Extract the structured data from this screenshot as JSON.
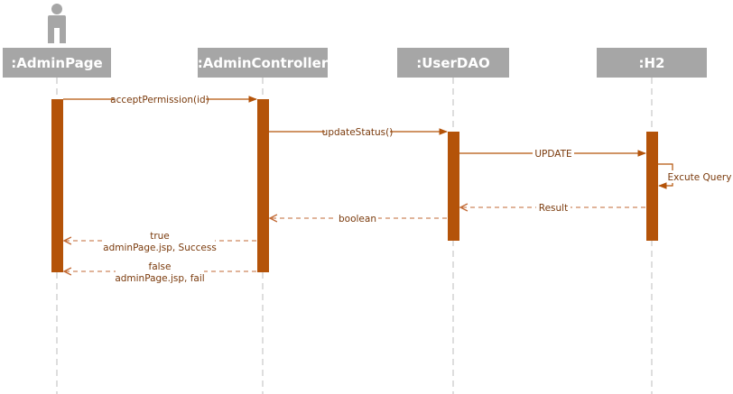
{
  "diagram": {
    "type": "sequence",
    "lifelines": [
      {
        "id": "admin_page",
        "label": ":AdminPage",
        "has_actor": true
      },
      {
        "id": "admin_controller",
        "label": ":AdminController"
      },
      {
        "id": "user_dao",
        "label": ":UserDAO"
      },
      {
        "id": "h2",
        "label": ":H2"
      }
    ],
    "messages": [
      {
        "from": "admin_page",
        "to": "admin_controller",
        "label": "acceptPermission(id)",
        "kind": "call"
      },
      {
        "from": "admin_controller",
        "to": "user_dao",
        "label": "updateStatus()",
        "kind": "call"
      },
      {
        "from": "user_dao",
        "to": "h2",
        "label": "UPDATE",
        "kind": "call"
      },
      {
        "from": "h2",
        "to": "h2",
        "label": "Excute Query",
        "kind": "self"
      },
      {
        "from": "h2",
        "to": "user_dao",
        "label": "Result",
        "kind": "return"
      },
      {
        "from": "user_dao",
        "to": "admin_controller",
        "label": "boolean",
        "kind": "return"
      },
      {
        "from": "admin_controller",
        "to": "admin_page",
        "label_lines": [
          "true",
          "adminPage.jsp, Success"
        ],
        "kind": "return"
      },
      {
        "from": "admin_controller",
        "to": "admin_page",
        "label_lines": [
          "false",
          "adminPage.jsp, fail"
        ],
        "kind": "return"
      }
    ]
  },
  "colors": {
    "header_fill": "#a6a6a6",
    "activation": "#b45309",
    "message": "#b45309",
    "label_text": "#7a3a0c",
    "lifeline_dash": "#c8c8c8"
  },
  "icons": {
    "actor": "person-icon"
  }
}
